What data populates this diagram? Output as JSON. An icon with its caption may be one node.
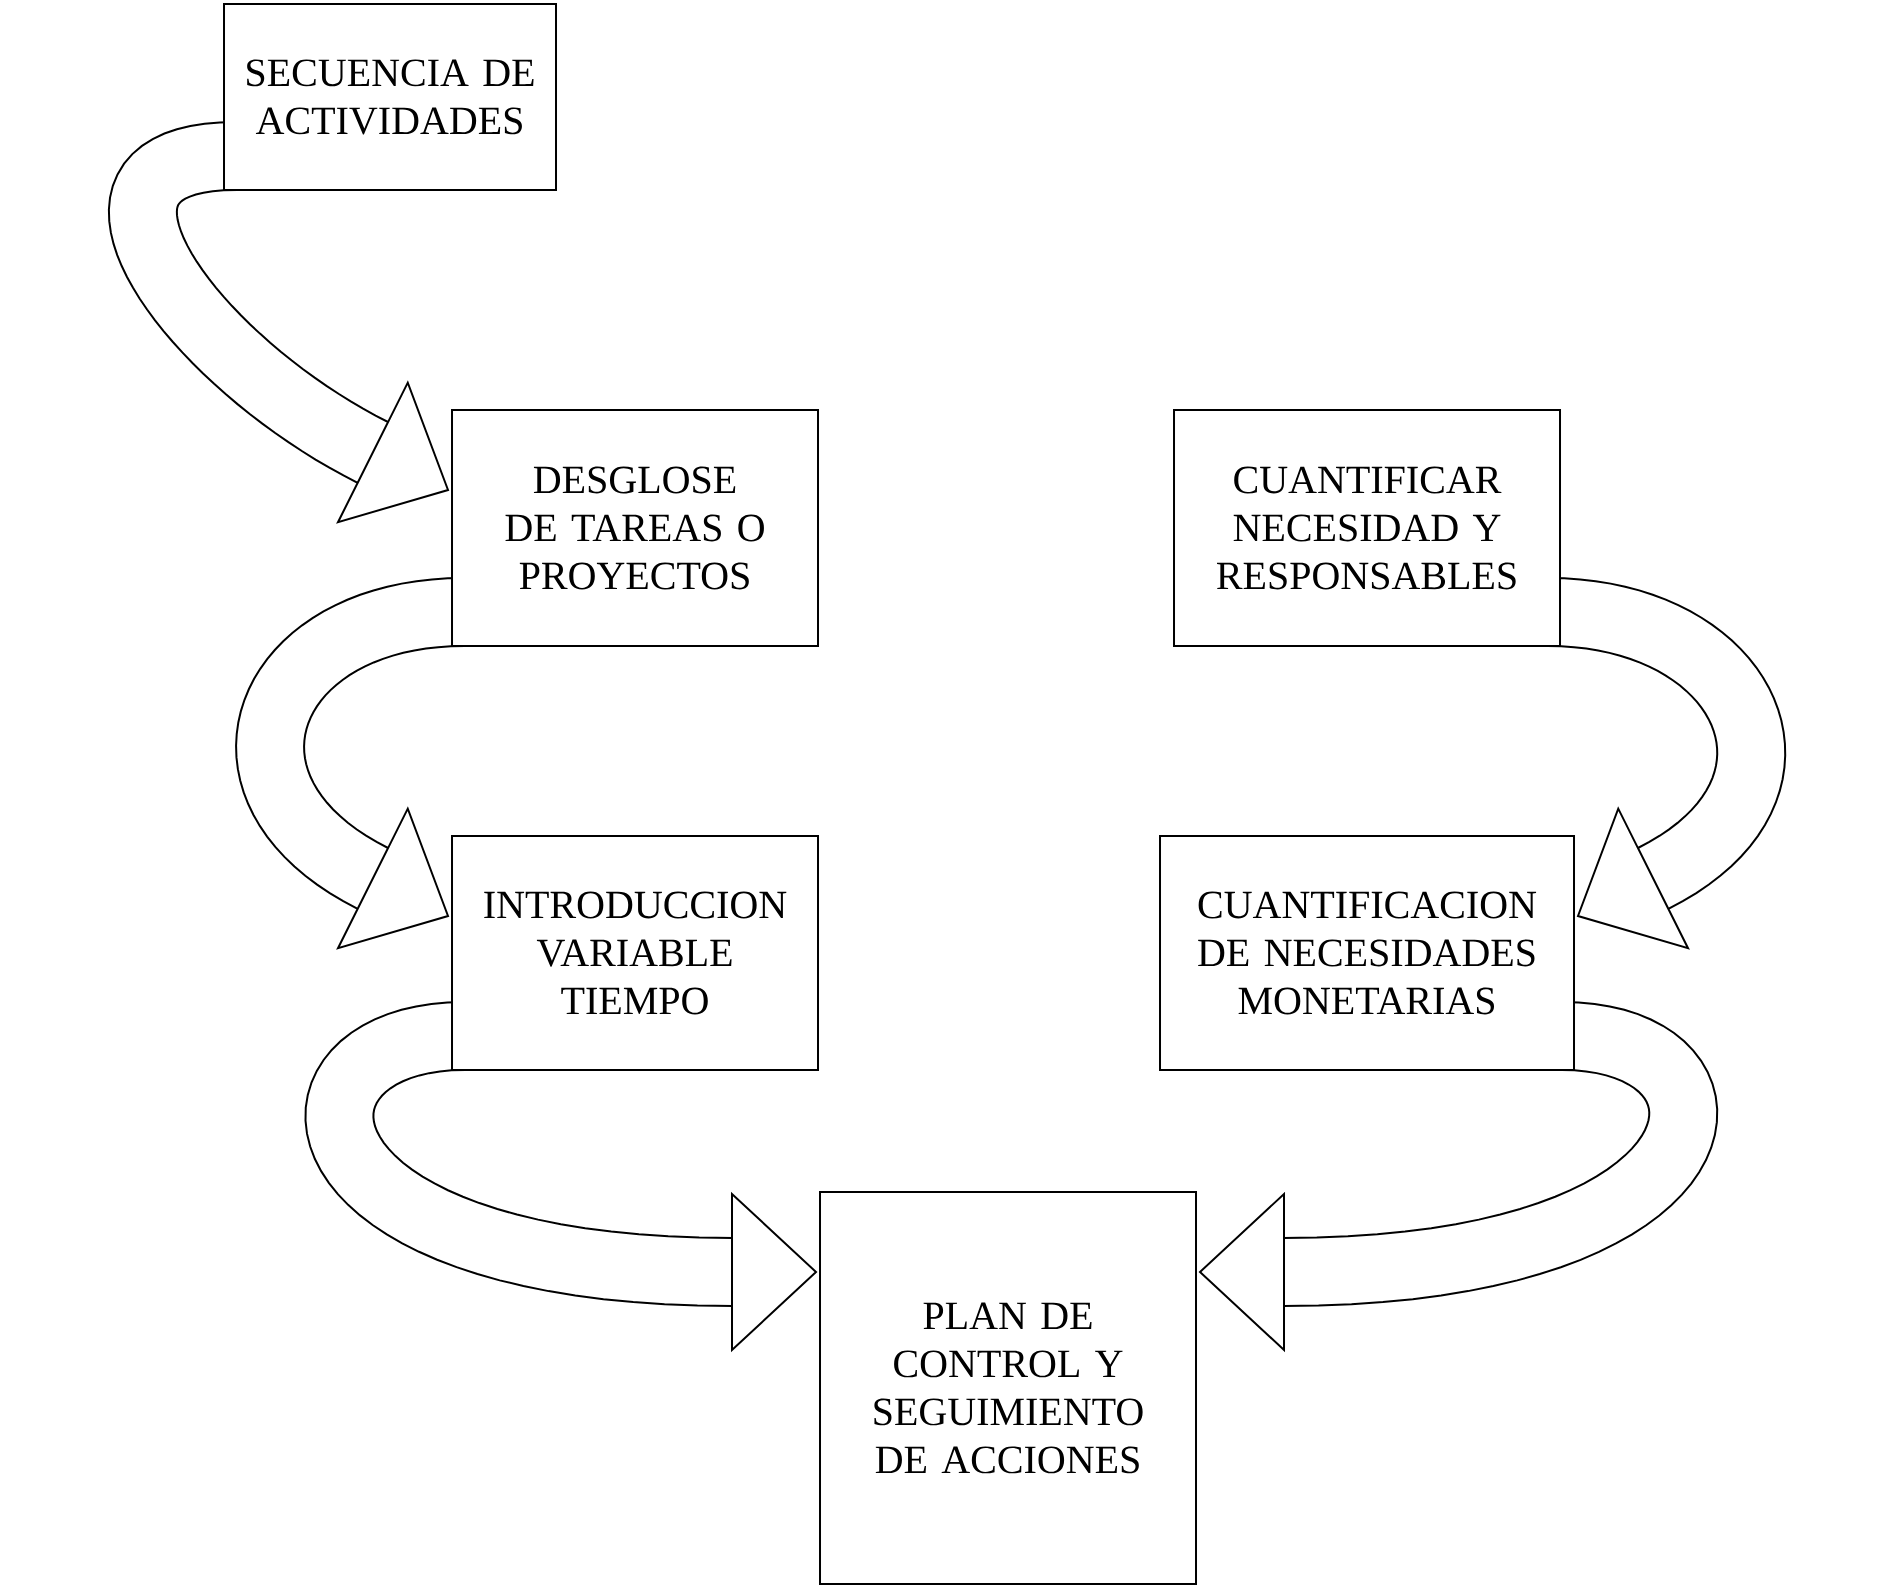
{
  "diagram": {
    "nodes": [
      {
        "text": [
          "SECUENCIA DE ACTIVIDADES"
        ]
      },
      {
        "text": [
          "DESGLOSE DE TAREAS O PROYECTOS"
        ]
      },
      {
        "text": [
          "CUANTIFICAR NECESIDAD Y RESPONSABLES"
        ]
      },
      {
        "text": [
          "INTRODUCCION VARIABLE TIEMPO"
        ]
      },
      {
        "text": [
          "CUANTIFICACION DE NECESIDADES MONETARIAS"
        ]
      },
      {
        "text": [
          "PLAN DE CONTROL Y SEGUIMIENTO DE ACCIONES"
        ]
      }
    ],
    "edges": [
      {
        "from": 0,
        "to": 1,
        "arrow": "to"
      },
      {
        "from": 1,
        "to": 3,
        "arrow": "to"
      },
      {
        "from": 3,
        "to": 5,
        "arrow": "to"
      },
      {
        "from": 2,
        "to": 4,
        "arrow": "to"
      },
      {
        "from": 4,
        "to": 5,
        "arrow": "to"
      }
    ]
  }
}
